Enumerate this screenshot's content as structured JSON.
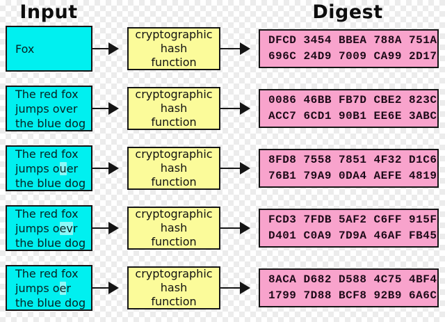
{
  "header": {
    "input_label": "Input",
    "digest_label": "Digest"
  },
  "hash_box": {
    "lines": [
      "cryptographic",
      "hash",
      "function"
    ]
  },
  "colors": {
    "input_bg": "#00F0F0",
    "hash_bg": "#FBFB9A",
    "digest_bg": "#F8A3CC",
    "border": "#151515",
    "arrow": "#151515"
  },
  "rows": [
    {
      "input": {
        "pre": "Fox",
        "hl": "",
        "post": ""
      },
      "digest": [
        "DFCD 3454 BBEA 788A 751A",
        "696C 24D9 7009 CA99 2D17"
      ]
    },
    {
      "input": {
        "pre": "The red fox jumps over the blue dog",
        "hl": "",
        "post": ""
      },
      "digest": [
        "0086 46BB FB7D CBE2 823C",
        "ACC7 6CD1 90B1 EE6E 3ABC"
      ]
    },
    {
      "input": {
        "pre": "The red fox jumps o",
        "hl": "u",
        "post": "er the blue dog"
      },
      "digest": [
        "8FD8 7558 7851 4F32 D1C6",
        "76B1 79A9 0DA4 AEFE 4819"
      ]
    },
    {
      "input": {
        "pre": "The red fox jumps o",
        "hl": "ev",
        "post": "r the blue dog"
      },
      "digest": [
        "FCD3 7FDB 5AF2 C6FF 915F",
        "D401 C0A9 7D9A 46AF FB45"
      ]
    },
    {
      "input": {
        "pre": "The red fox jumps o",
        "hl": "e",
        "post": "r the blue dog"
      },
      "digest": [
        "8ACA D682 D588 4C75 4BF4",
        "1799 7D88 BCF8 92B9 6A6C"
      ]
    }
  ]
}
